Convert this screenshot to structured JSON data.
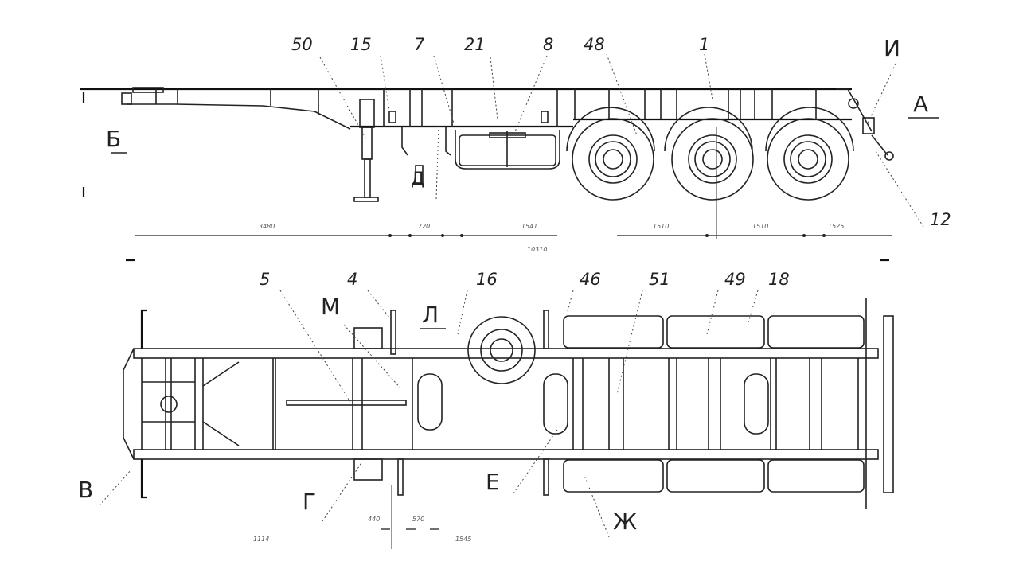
{
  "drawing": {
    "title": "Container semi-trailer chassis — side view and top view",
    "side_view": {
      "part_labels": [
        "50",
        "15",
        "7",
        "21",
        "8",
        "48",
        "1",
        "И",
        "12"
      ],
      "view_labels": [
        "Б",
        "А",
        "Д"
      ],
      "dimension_labels": [
        "3480",
        "720",
        "1541",
        "1510",
        "1510",
        "1525",
        "10310"
      ]
    },
    "top_view": {
      "part_labels": [
        "5",
        "4",
        "16",
        "46",
        "51",
        "49",
        "18"
      ],
      "view_labels": [
        "М",
        "Л",
        "В",
        "Г",
        "Е",
        "Ж"
      ],
      "dimension_labels": [
        "440",
        "570",
        "1114",
        "1545"
      ]
    }
  }
}
